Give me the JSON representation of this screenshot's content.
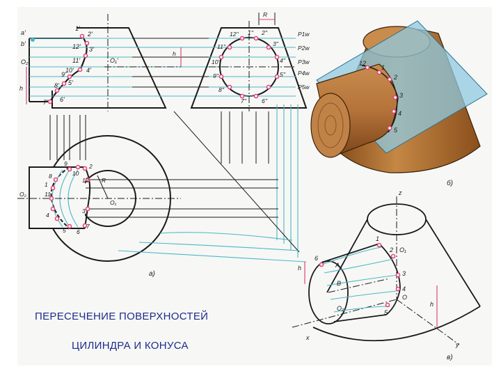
{
  "caption": {
    "line1": "ПЕРЕСЕЧЕНИЕ ПОВЕРХНОСТЕЙ",
    "line2": "ЦИЛИНДРА И КОНУСА"
  },
  "figure_labels": {
    "a": "а)",
    "b": "б)",
    "v": "в)"
  },
  "front_view": {
    "point_labels_left": [
      "a'",
      "b'",
      "O₂'",
      "h"
    ],
    "point_labels_curve": [
      "1'",
      "2'",
      "12'",
      "3'",
      "11'",
      "10'",
      "4'",
      "9'",
      "5'",
      "8'",
      "7'",
      "6'"
    ],
    "center_label": "O₁'"
  },
  "side_view": {
    "radius_label": "R",
    "point_labels": [
      "12''",
      "1''",
      "2''",
      "11''",
      "3''",
      "10''",
      "4''",
      "9''",
      "5''",
      "8''",
      "7''",
      "6''"
    ],
    "h_label": "h",
    "plane_labels": [
      "P1w",
      "P2w",
      "P3w",
      "P4w",
      "P5w"
    ]
  },
  "top_view": {
    "axis_label": "O₂",
    "center_label": "O₁",
    "radius_label": "R",
    "point_labels": [
      "9",
      "8",
      "10",
      "1",
      "12",
      "2",
      "11",
      "3",
      "4",
      "5",
      "6",
      "7"
    ]
  },
  "iso_b": {
    "point_labels": [
      "12",
      "1",
      "2",
      "3",
      "4",
      "5"
    ]
  },
  "iso_v": {
    "axis_labels": [
      "z",
      "x",
      "y"
    ],
    "point_labels": [
      "1",
      "2",
      "O₁",
      "3",
      "4",
      "5",
      "6",
      "A",
      "B",
      "O",
      "O₂"
    ],
    "h_label": "h"
  },
  "colors": {
    "line": "#1a1a1a",
    "projection": "#49b8c4",
    "point": "#e0457a",
    "caption": "#1d2b8c",
    "plane": "#8fc9e0",
    "wood": "#b06a2c"
  }
}
